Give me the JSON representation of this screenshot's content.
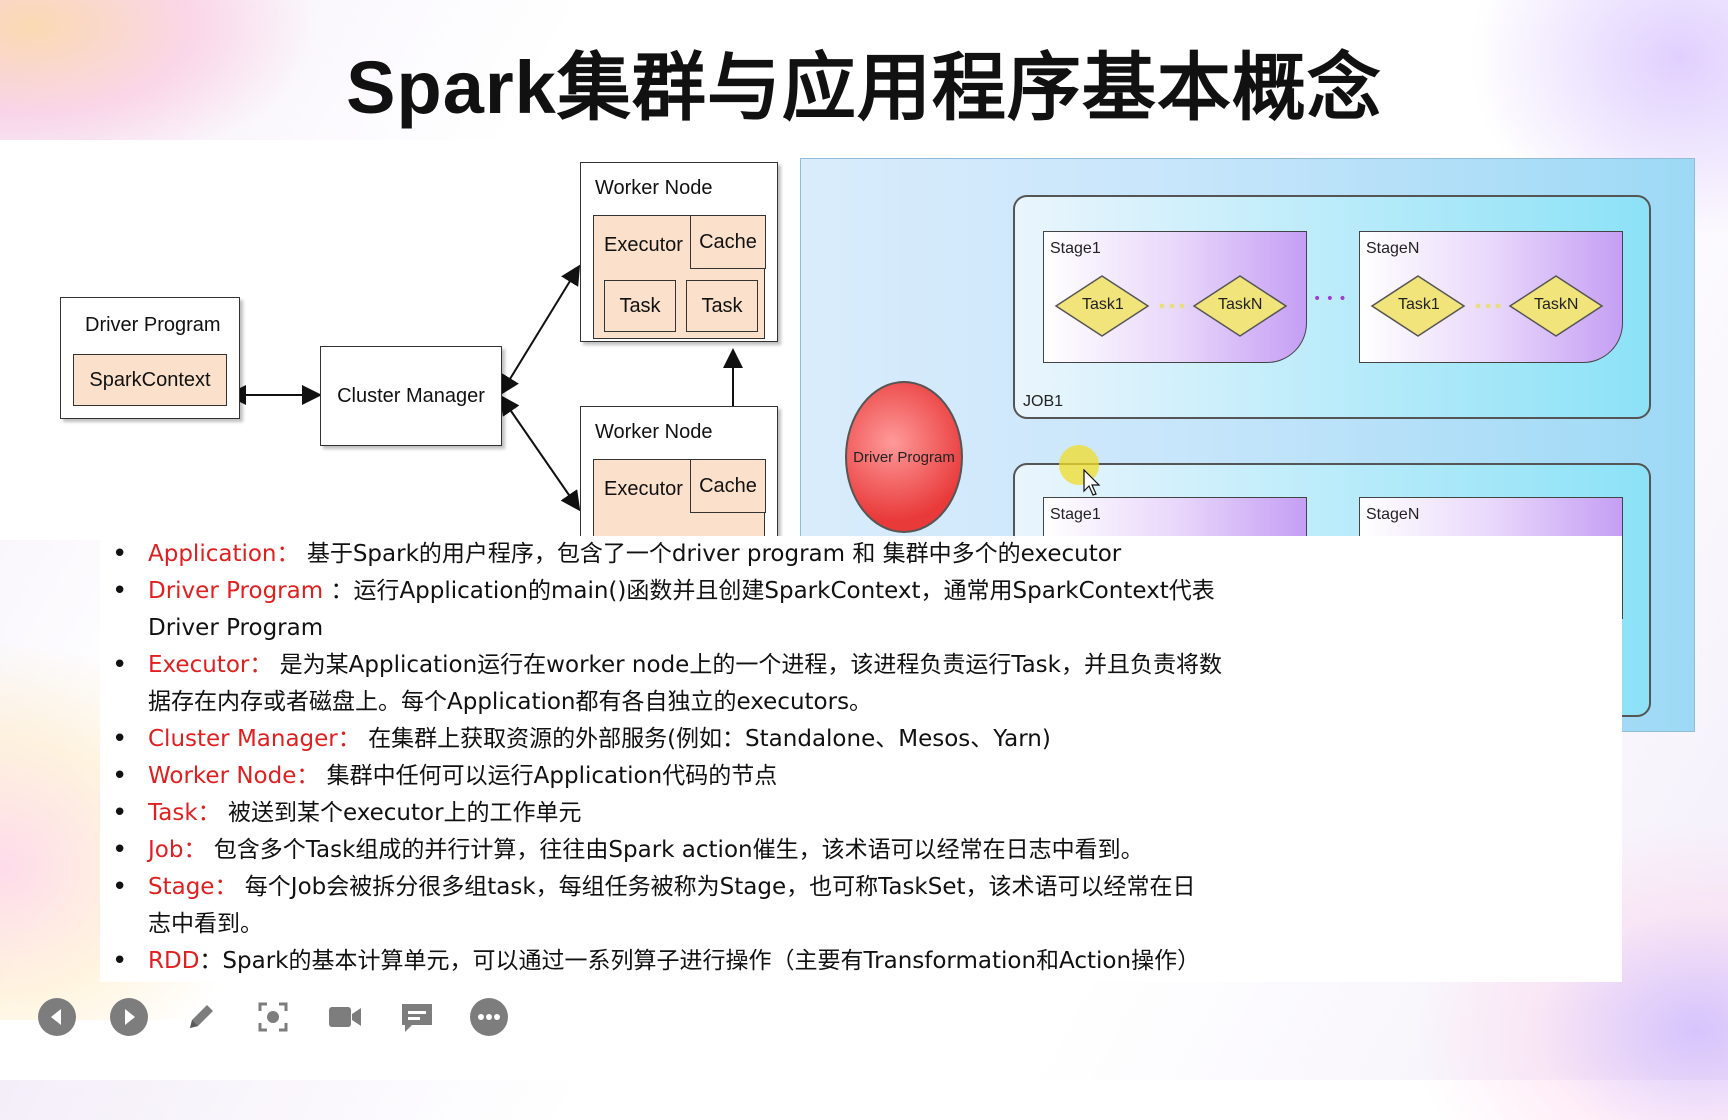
{
  "slide": {
    "title": "Spark集群与应用程序基本概念"
  },
  "cluster_diagram": {
    "driver_program": "Driver Program",
    "spark_context": "SparkContext",
    "cluster_manager": "Cluster Manager",
    "worker_node_1": "Worker Node",
    "worker_node_2": "Worker Node",
    "executor": "Executor",
    "cache": "Cache",
    "task": "Task"
  },
  "job_diagram": {
    "job1_label": "JOB1",
    "stage1": "Stage1",
    "stageN": "StageN",
    "task1": "Task1",
    "taskN": "TaskN",
    "driver_program": "Driver Program",
    "ellipsis": "• • •"
  },
  "concepts": [
    {
      "term": "Application：",
      "desc": " 基于Spark的用户程序，包含了一个driver program 和 集群中多个的executor"
    },
    {
      "term": "Driver Program",
      "desc": " ：运行Application的main()函数并且创建SparkContext，通常用SparkContext代表",
      "cont": "Driver Program"
    },
    {
      "term": "Executor：",
      "desc": " 是为某Application运行在worker node上的一个进程，该进程负责运行Task，并且负责将数",
      "cont": "据存在内存或者磁盘上。每个Application都有各自独立的executors。"
    },
    {
      "term": "Cluster Manager：",
      "desc": " 在集群上获取资源的外部服务(例如：Standalone、Mesos、Yarn)"
    },
    {
      "term": "Worker Node：",
      "desc": " 集群中任何可以运行Application代码的节点"
    },
    {
      "term": "Task：",
      "desc": " 被送到某个executor上的工作单元"
    },
    {
      "term": "Job：",
      "desc": " 包含多个Task组成的并行计算，往往由Spark action催生，该术语可以经常在日志中看到。"
    },
    {
      "term": "Stage：",
      "desc": " 每个Job会被拆分很多组task，每组任务被称为Stage，也可称TaskSet，该术语可以经常在日",
      "cont": "志中看到。"
    },
    {
      "term": "RDD",
      "desc": "：Spark的基本计算单元，可以通过一系列算子进行操作（主要有Transformation和Action操作）"
    }
  ],
  "toolbar": {
    "icons": [
      "prev-icon",
      "next-icon",
      "pen-icon",
      "focus-icon",
      "video-icon",
      "comment-icon",
      "more-icon"
    ]
  },
  "colors": {
    "term_red": "#e02020",
    "box_fill": "#fbe1cc",
    "task_diamond": "#f1e47a"
  }
}
